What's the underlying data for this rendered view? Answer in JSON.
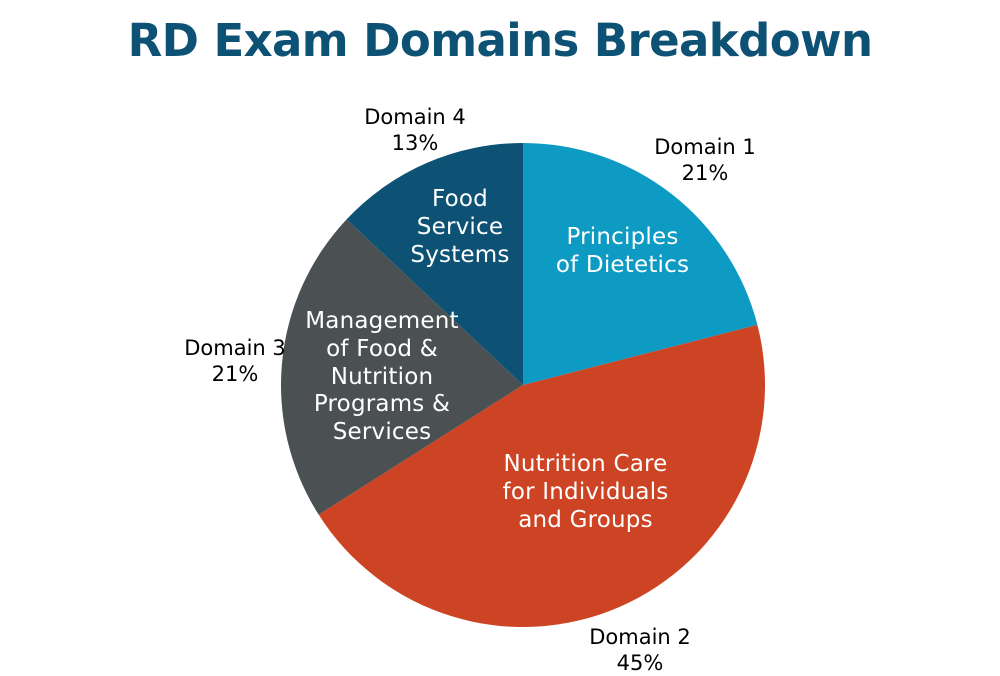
{
  "title": "RD Exam Domains Breakdown",
  "colors": {
    "title": "#0d5275",
    "domain1": "#0d9bc4",
    "domain2": "#cc4424",
    "domain3": "#4b5053",
    "domain4": "#0d5275",
    "background": "#ffffff",
    "slice_text": "#ffffff",
    "callout_text": "#000000"
  },
  "chart_data": {
    "type": "pie",
    "title": "RD Exam Domains Breakdown",
    "xlabel": "",
    "ylabel": "",
    "legend": "none",
    "grid": false,
    "start_angle_deg": 0,
    "direction": "clockwise",
    "categories": [
      "Domain 1",
      "Domain 2",
      "Domain 3",
      "Domain 4"
    ],
    "values": [
      21,
      45,
      21,
      13
    ],
    "value_unit": "%",
    "slices": [
      {
        "domain": "Domain 1",
        "percent": 21,
        "percent_label": "21%",
        "name": "Principles of Dietetics",
        "name_lines": "Principles\nof Dietetics",
        "color": "#0d9bc4",
        "callout": "Domain 1\n21%"
      },
      {
        "domain": "Domain 2",
        "percent": 45,
        "percent_label": "45%",
        "name": "Nutrition Care for Individuals and Groups",
        "name_lines": "Nutrition Care\nfor Individuals\nand Groups",
        "color": "#cc4424",
        "callout": "Domain 2\n45%"
      },
      {
        "domain": "Domain 3",
        "percent": 21,
        "percent_label": "21%",
        "name": "Management of Food & Nutrition Programs & Services",
        "name_lines": "Management\nof Food &\nNutrition\nPrograms &\nServices",
        "color": "#4b5053",
        "callout": "Domain 3\n21%"
      },
      {
        "domain": "Domain 4",
        "percent": 13,
        "percent_label": "13%",
        "name": "Food Service Systems",
        "name_lines": "Food\nService\nSystems",
        "color": "#0d5275",
        "callout": "Domain 4\n13%"
      }
    ]
  }
}
